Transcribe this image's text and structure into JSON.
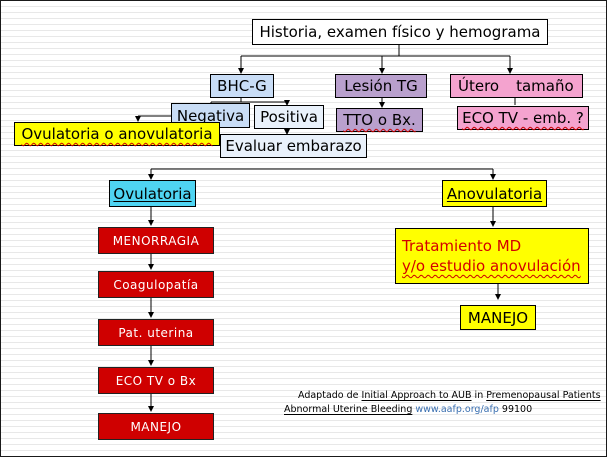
{
  "diagram": {
    "title": "Historia, examen físico y hemograma",
    "bhcg": "BHC-G",
    "lesion": "Lesión  TG",
    "utero_a": "Útero",
    "utero_b": "tamaño",
    "negativa": "Negativa",
    "positiva": "Positiva",
    "tto": "TTO o Bx.",
    "eco_emb": "ECO TV - emb. ?",
    "ovu_anovu": "Ovulatoria o anovulatoria",
    "evaluar": "Evaluar embarazo",
    "ovulatoria": "Ovulatoria",
    "anovulatoria": "Anovulatoria",
    "menorragia": "MENORRAGIA",
    "coagulopatia": "Coagulopatía",
    "pat_uterina": "Pat. uterina",
    "eco_bx": "ECO TV o Bx",
    "manejo_left": "MANEJO",
    "tratamiento_1": "Tratamiento  MD",
    "tratamiento_2": "y/o estudio anovulación",
    "manejo_right": "MANEJO"
  },
  "citation": {
    "prefix": "Adaptado de ",
    "title1": "Initial Approach to AUB",
    "mid": " in ",
    "title2": "Premenopausal Patients",
    "title3": "Abnormal Uterine Bleeding",
    "url": "www.aafp.org/afp",
    "code": " 99100"
  },
  "colors": {
    "red_box": "#cf0000",
    "yellow_box": "#ffff00",
    "cyan_box": "#4fd4f2",
    "blue_box": "#c9ddf6",
    "purple_box": "#b9a0cd",
    "pink_box": "#f4a3cf"
  }
}
